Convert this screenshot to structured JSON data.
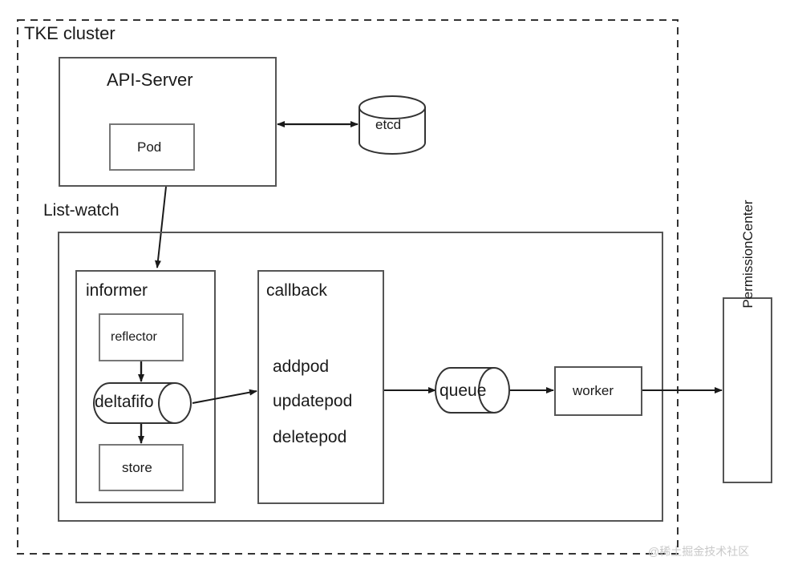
{
  "diagram": {
    "title": "TKE cluster",
    "boundary_label": "TKE cluster",
    "edge_label_listwatch": "List-watch",
    "watermark": "@稀土掘金技术社区",
    "colors": {
      "stroke": "#333333",
      "text": "#1a1a1a",
      "background": "#ffffff",
      "watermark": "#c9c9c9"
    },
    "nodes": {
      "api_server": "API-Server",
      "pod": "Pod",
      "etcd": "etcd",
      "informer": "informer",
      "reflector": "reflector",
      "deltafifo": "deltafifo",
      "store": "store",
      "callback": "callback",
      "callback_items": [
        "addpod",
        "updatepod",
        "deletepod"
      ],
      "queue": "queue",
      "worker": "worker",
      "permission_center": "PermissionCenter"
    }
  }
}
